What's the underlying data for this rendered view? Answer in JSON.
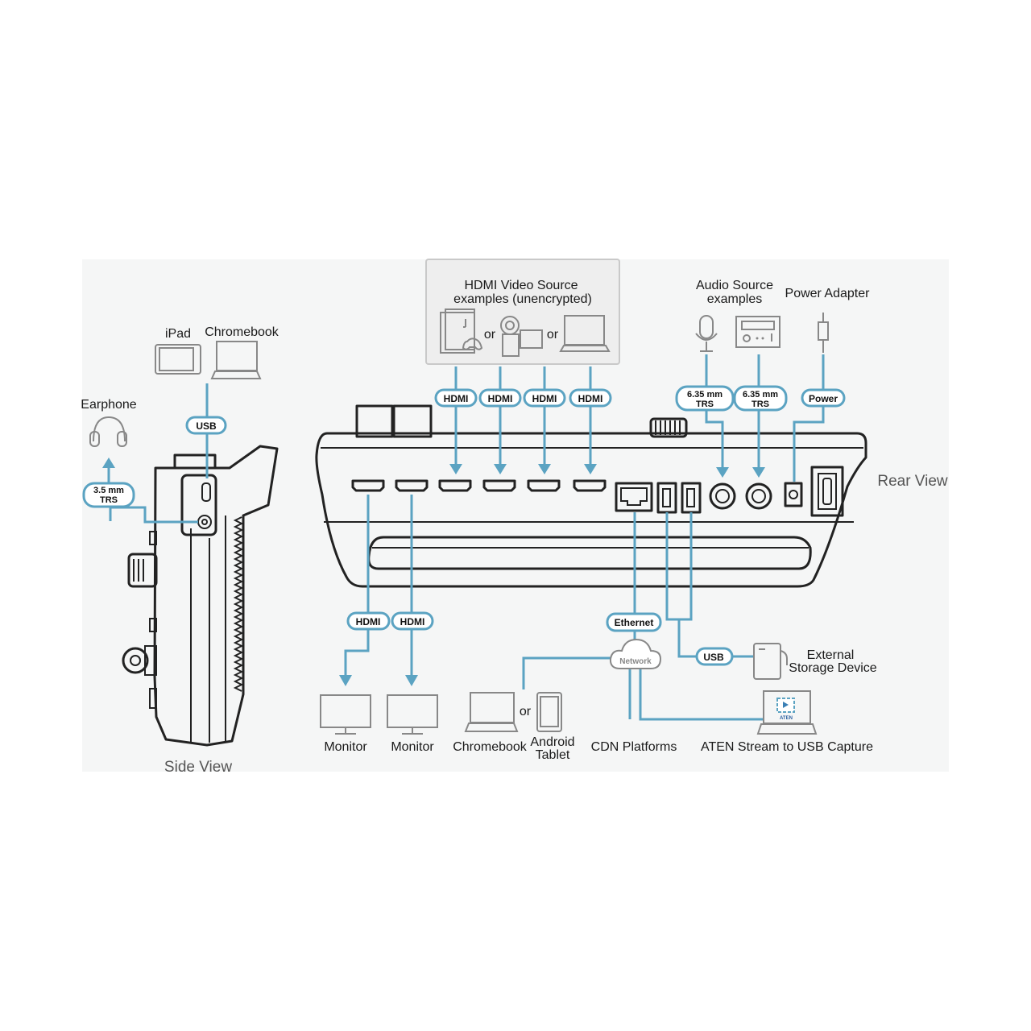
{
  "source_box": {
    "title_line1": "HDMI Video Source",
    "title_line2": "examples (unencrypted)",
    "or_1": "or",
    "or_2": "or"
  },
  "audio_source": {
    "line1": "Audio Source",
    "line2": "examples"
  },
  "power_adapter": "Power Adapter",
  "side": {
    "ipad": "iPad",
    "chromebook": "Chromebook",
    "earphone": "Earphone",
    "usb_pill": "USB",
    "trs_line1": "3.5 mm",
    "trs_line2": "TRS",
    "view_label": "Side View"
  },
  "rear": {
    "view_label": "Rear View",
    "hdmi_in": [
      "HDMI",
      "HDMI",
      "HDMI",
      "HDMI"
    ],
    "audio_pill_1": {
      "line1": "6.35 mm",
      "line2": "TRS"
    },
    "audio_pill_2": {
      "line1": "6.35 mm",
      "line2": "TRS"
    },
    "power_pill": "Power",
    "hdmi_out": [
      "HDMI",
      "HDMI"
    ],
    "ethernet_pill": "Ethernet",
    "network": "Network",
    "usb_pill": "USB"
  },
  "bottom": {
    "monitor_1": "Monitor",
    "monitor_2": "Monitor",
    "chromebook": "Chromebook",
    "or": "or",
    "tablet_line1": "Android",
    "tablet_line2": "Tablet",
    "cdn": "CDN Platforms",
    "capture": "ATEN Stream to USB Capture",
    "storage_line1": "External",
    "storage_line2": "Storage Device",
    "capture_screen_brand": "ATEN"
  },
  "colors": {
    "accent": "#5ba3c2",
    "outline": "#222222",
    "panel": "#f5f6f6"
  }
}
